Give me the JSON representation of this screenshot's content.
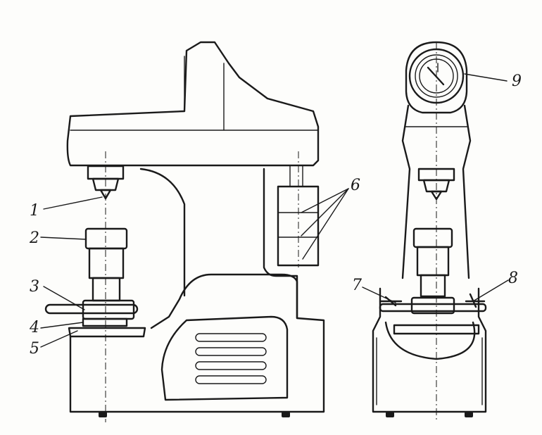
{
  "diagram": {
    "callouts": [
      {
        "label": "1",
        "part": "indenter"
      },
      {
        "label": "2",
        "part": "anvil-column"
      },
      {
        "label": "3",
        "part": "handwheel"
      },
      {
        "label": "4",
        "part": "nut-ring"
      },
      {
        "label": "5",
        "part": "protective-sleeve"
      },
      {
        "label": "6",
        "part": "weights"
      },
      {
        "label": "7",
        "part": "left-lever"
      },
      {
        "label": "8",
        "part": "right-lever"
      },
      {
        "label": "9",
        "part": "dial-gauge"
      }
    ],
    "colors": {
      "ink": "#1a1a1a",
      "paper": "#fdfdfb"
    }
  }
}
